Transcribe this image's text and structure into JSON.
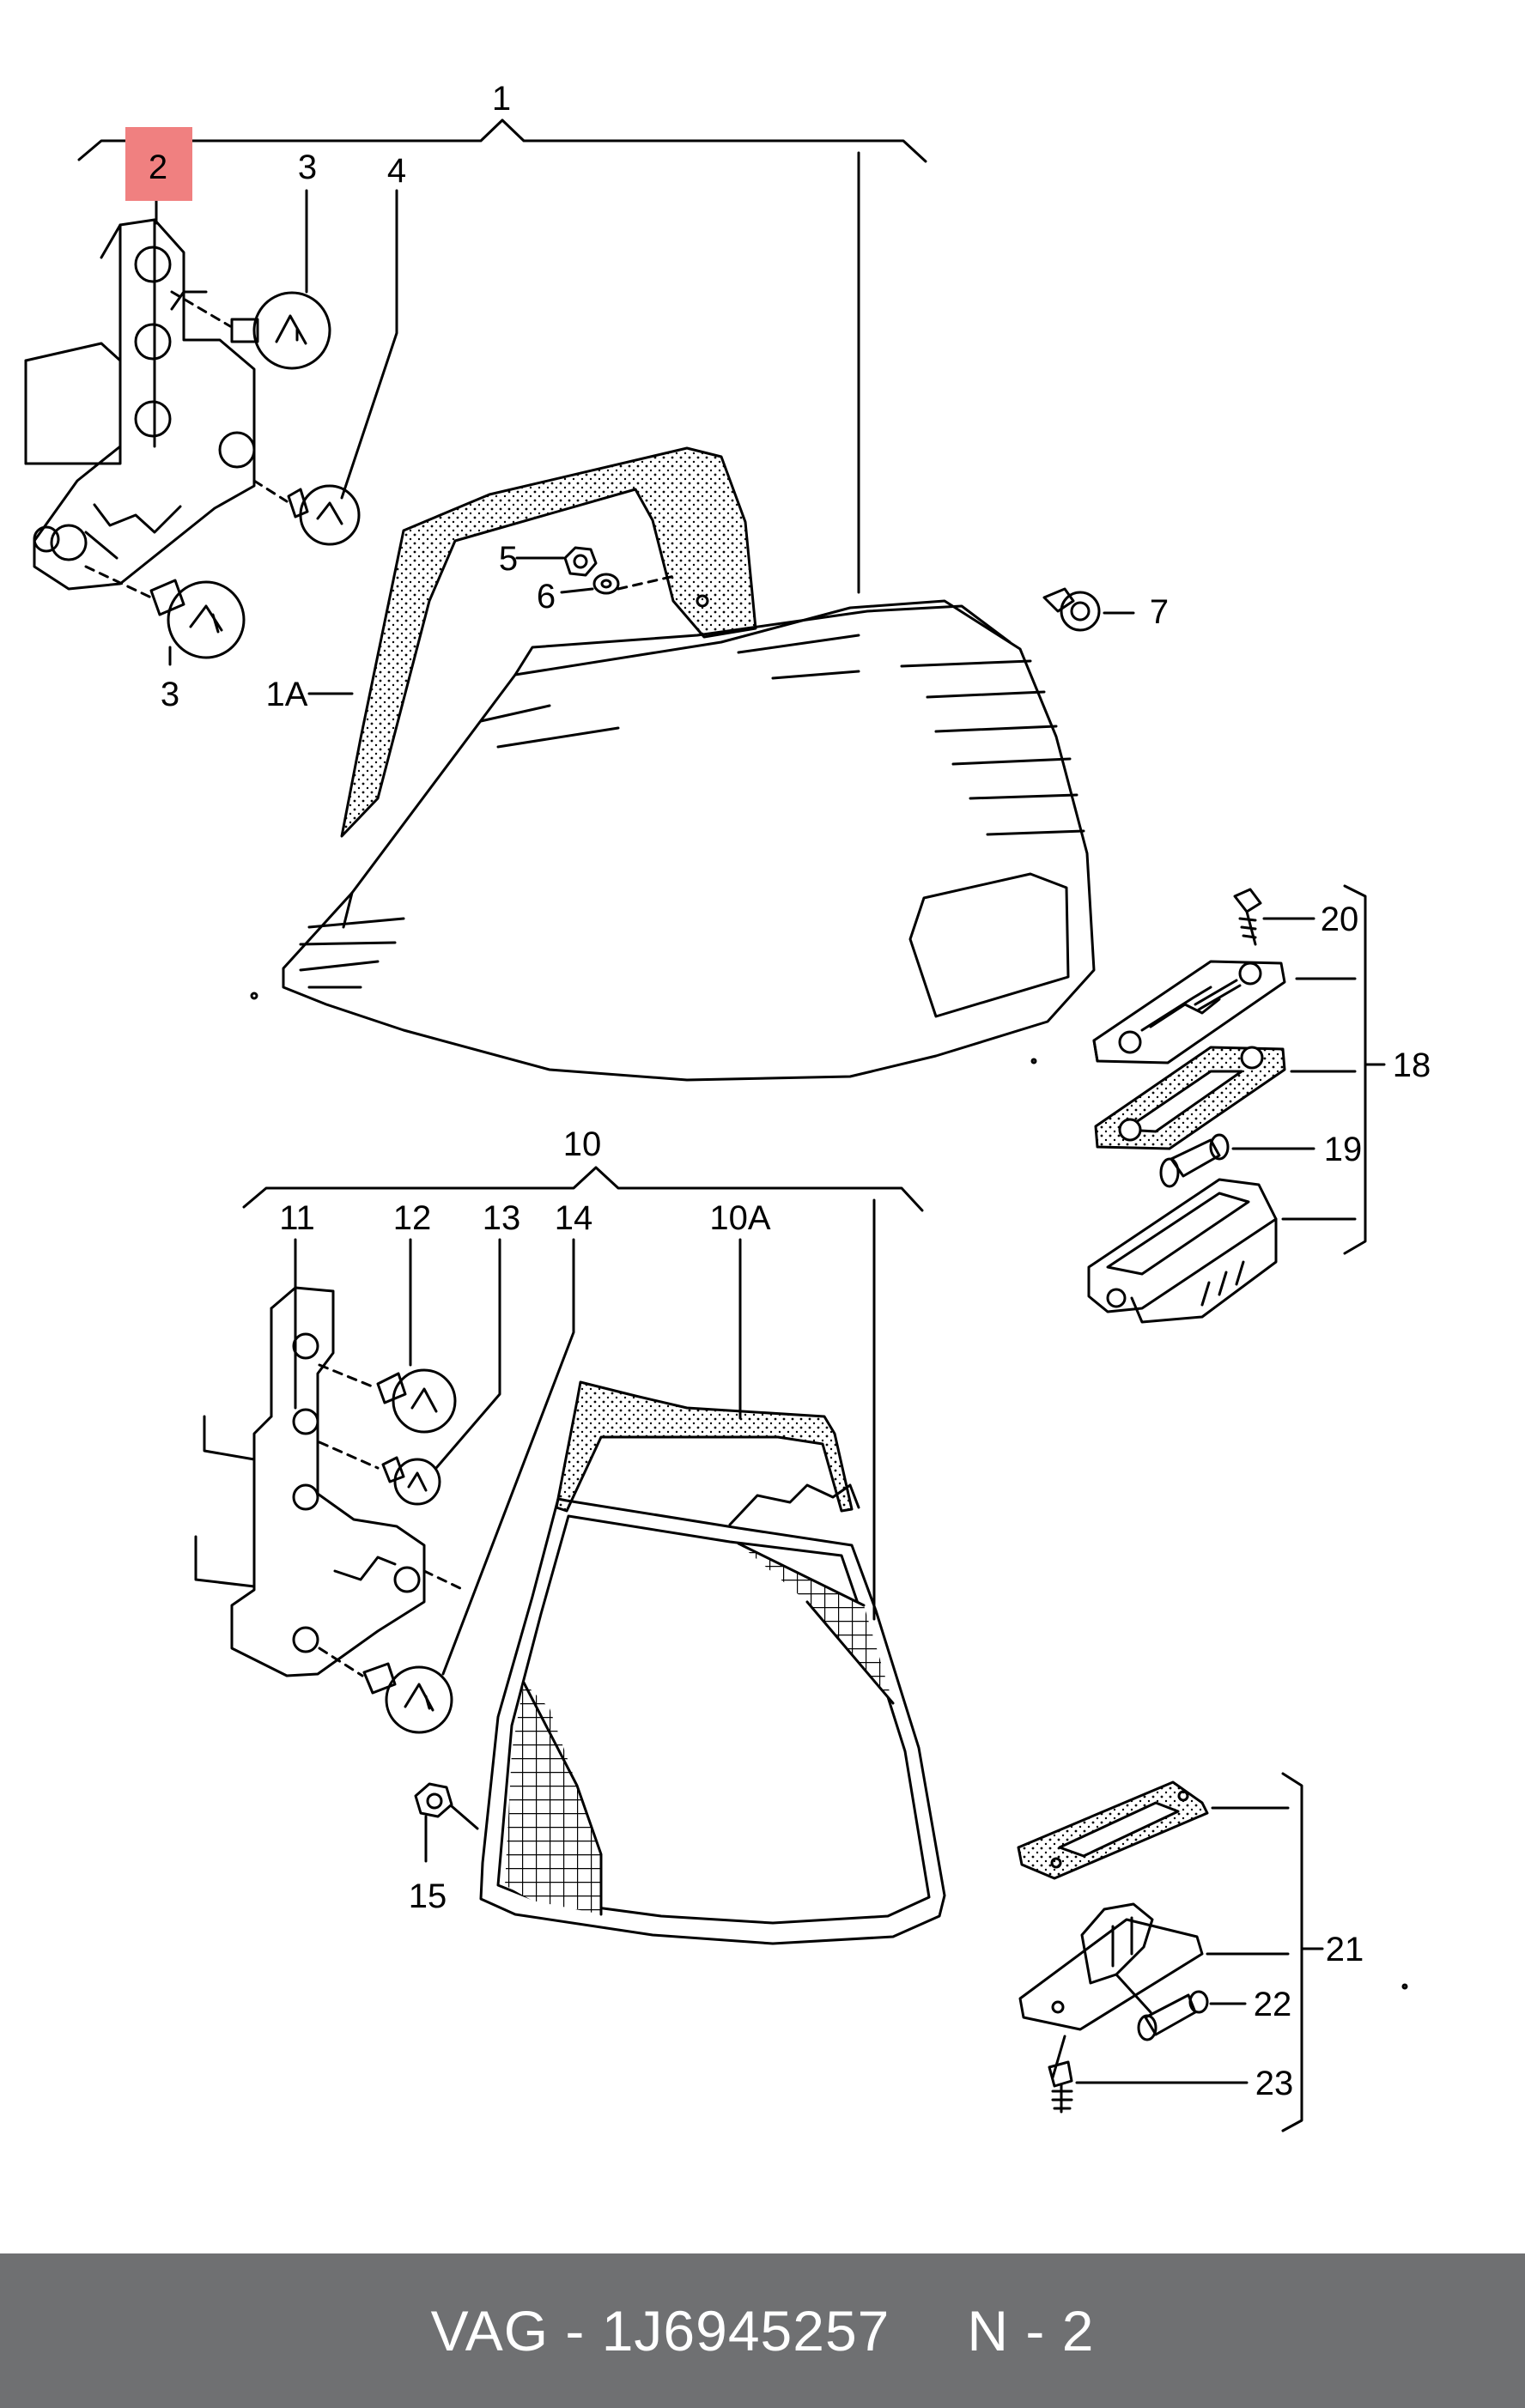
{
  "diagram": {
    "highlight_color": "#f08080",
    "highlighted_callout": "2",
    "callouts": {
      "c1": "1",
      "c2": "2",
      "c3a": "3",
      "c3b": "3",
      "c4": "4",
      "c5": "5",
      "c6": "6",
      "c7": "7",
      "c1a": "1A",
      "c10": "10",
      "c10a": "10A",
      "c11": "11",
      "c12": "12",
      "c13": "13",
      "c14": "14",
      "c15": "15",
      "c18": "18",
      "c19": "19",
      "c20": "20",
      "c21": "21",
      "c22": "22",
      "c23": "23"
    }
  },
  "footer": {
    "background": "#6f7072",
    "part_label": "VAG - 1J6945257",
    "position_label": "N - 2"
  }
}
